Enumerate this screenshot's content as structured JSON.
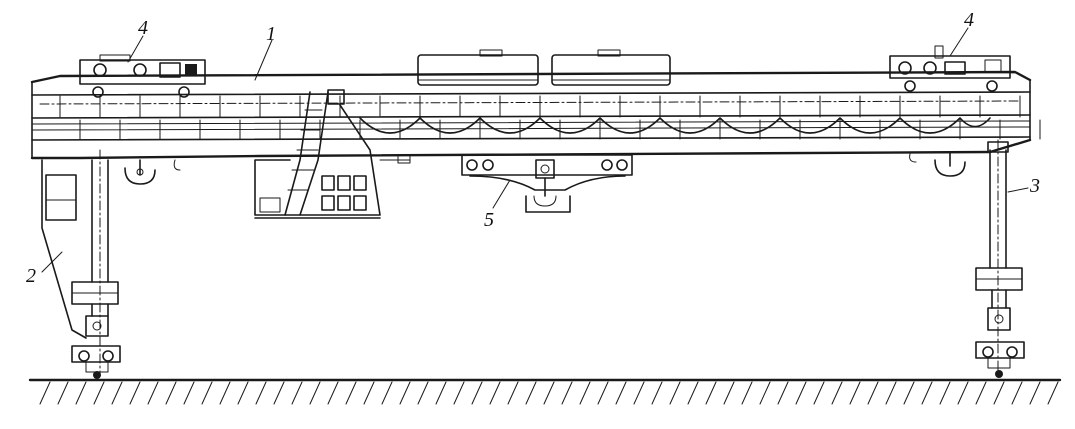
{
  "callouts": [
    {
      "id": "main-girder",
      "text": "1"
    },
    {
      "id": "rigid-leg",
      "text": "2"
    },
    {
      "id": "flexible-leg",
      "text": "3"
    },
    {
      "id": "trolley-left",
      "text": "4"
    },
    {
      "id": "trolley-right",
      "text": "4"
    },
    {
      "id": "hook-block",
      "text": "5"
    }
  ],
  "colors": {
    "ink": "#1a1a1a",
    "background": "#ffffff"
  }
}
